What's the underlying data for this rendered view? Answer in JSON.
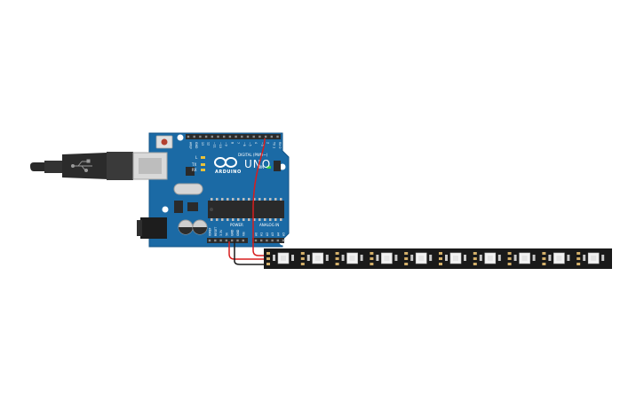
{
  "board": {
    "name": "UNO",
    "brand": "ARDUINO",
    "header_digital": "DIGITAL (PWM~)",
    "header_power": "POWER",
    "header_analog": "ANALOG IN",
    "led_tx": "TX",
    "led_rx": "RX",
    "led_l": "L",
    "led_on": "ON",
    "pins_digital": [
      "AREF",
      "GND",
      "13",
      "12",
      "~11",
      "~10",
      "~9",
      "8",
      "7",
      "~6",
      "~5",
      "4",
      "~3",
      "2",
      "TX 1",
      "RX 0"
    ],
    "pins_power": [
      "IOREF",
      "RESET",
      "3.3V",
      "5V",
      "GND",
      "GND",
      "Vin"
    ],
    "pins_analog": [
      "A0",
      "A1",
      "A2",
      "A3",
      "A4",
      "A5"
    ]
  },
  "strip": {
    "led_count": 10
  },
  "colors": {
    "board": "#1b6aa5",
    "board_edge": "#145487",
    "strip": "#1a1a1a",
    "wire_red": "#d81e1e",
    "wire_black": "#1c1c1c",
    "usb_plug": "#2a2a2a",
    "usb_metal": "#c9c9c9"
  }
}
